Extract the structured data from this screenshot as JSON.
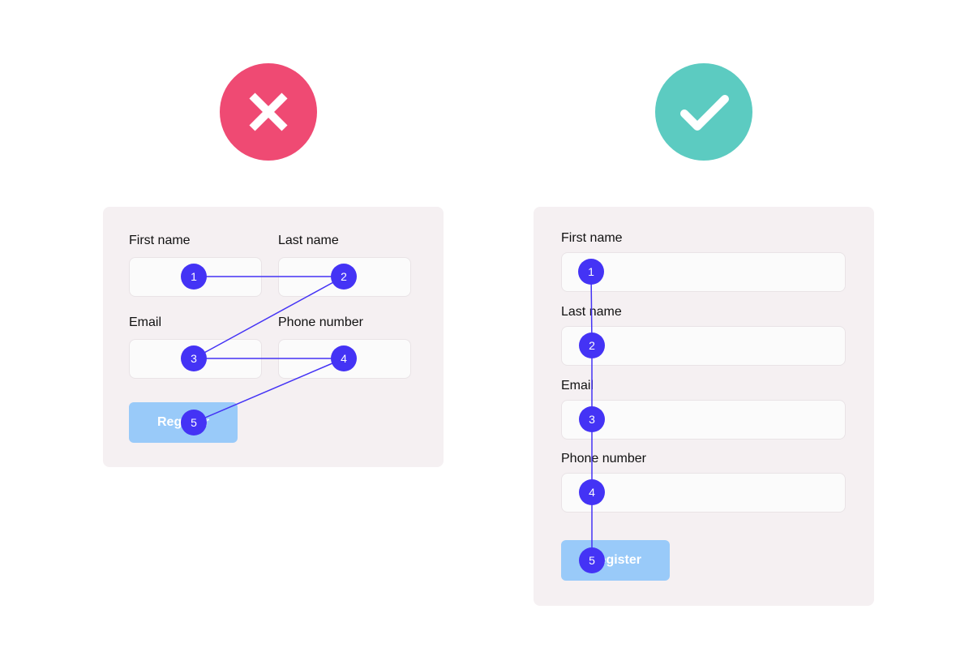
{
  "colors": {
    "bad": "#ef4a73",
    "good": "#5ccbc1",
    "flow": "#4433f5",
    "button": "#99caf9",
    "card": "#f5f0f2"
  },
  "badges": {
    "bad_icon": "cross-icon",
    "good_icon": "check-icon"
  },
  "bad_form": {
    "labels": {
      "first_name": "First name",
      "last_name": "Last name",
      "email": "Email",
      "phone": "Phone number"
    },
    "button_label": "Register",
    "steps": [
      "1",
      "2",
      "3",
      "4",
      "5"
    ]
  },
  "good_form": {
    "labels": {
      "first_name": "First name",
      "last_name": "Last name",
      "email": "Email",
      "phone": "Phone number"
    },
    "button_label": "Register",
    "steps": [
      "1",
      "2",
      "3",
      "4",
      "5"
    ]
  }
}
